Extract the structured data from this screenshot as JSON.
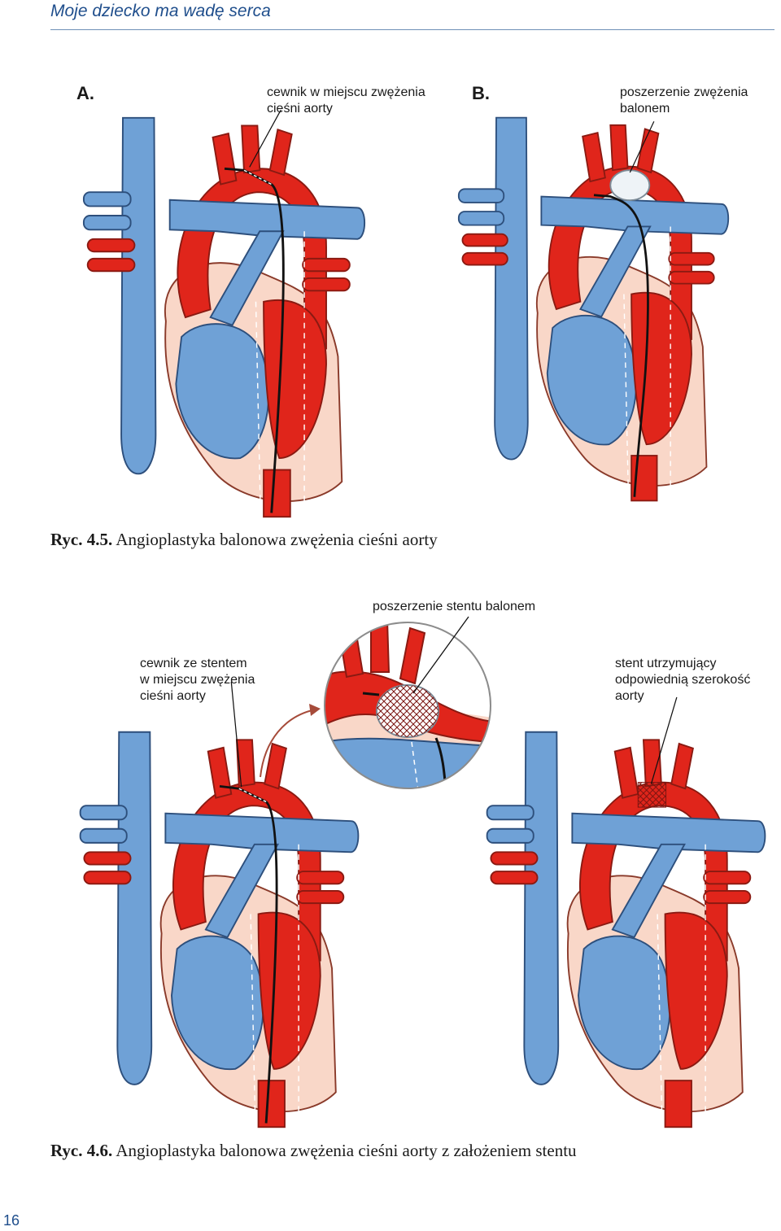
{
  "header": {
    "running_title": "Moje dziecko ma wadę serca"
  },
  "figure_4_5": {
    "panel_a": {
      "letter": "A.",
      "label_line1": "cewnik w miejscu zwężenia",
      "label_line2": "cieśni aorty"
    },
    "panel_b": {
      "letter": "B.",
      "label_line1": "poszerzenie zwężenia",
      "label_line2": "balonem"
    },
    "caption": {
      "number": "Ryc. 4.5.",
      "text": "Angioplastyka balonowa zwężenia cieśni aorty"
    }
  },
  "figure_4_6": {
    "left_label_line1": "cewnik ze stentem",
    "left_label_line2": "w miejscu zwężenia",
    "left_label_line3": "cieśni aorty",
    "inset_label": "poszerzenie stentu balonem",
    "right_label_line1": "stent utrzymujący",
    "right_label_line2": "odpowiednią szerokość",
    "right_label_line3": "aorty",
    "caption": {
      "number": "Ryc. 4.6.",
      "text": "Angioplastyka balonowa zwężenia cieśni aorty z założeniem stentu"
    }
  },
  "footer": {
    "page_number": "16"
  },
  "colors": {
    "vein_blue": "#6fa1d6",
    "artery_red": "#e0251b",
    "tissue_pink": "#f9d7c8",
    "accent_blue": "#1f4e8c"
  }
}
